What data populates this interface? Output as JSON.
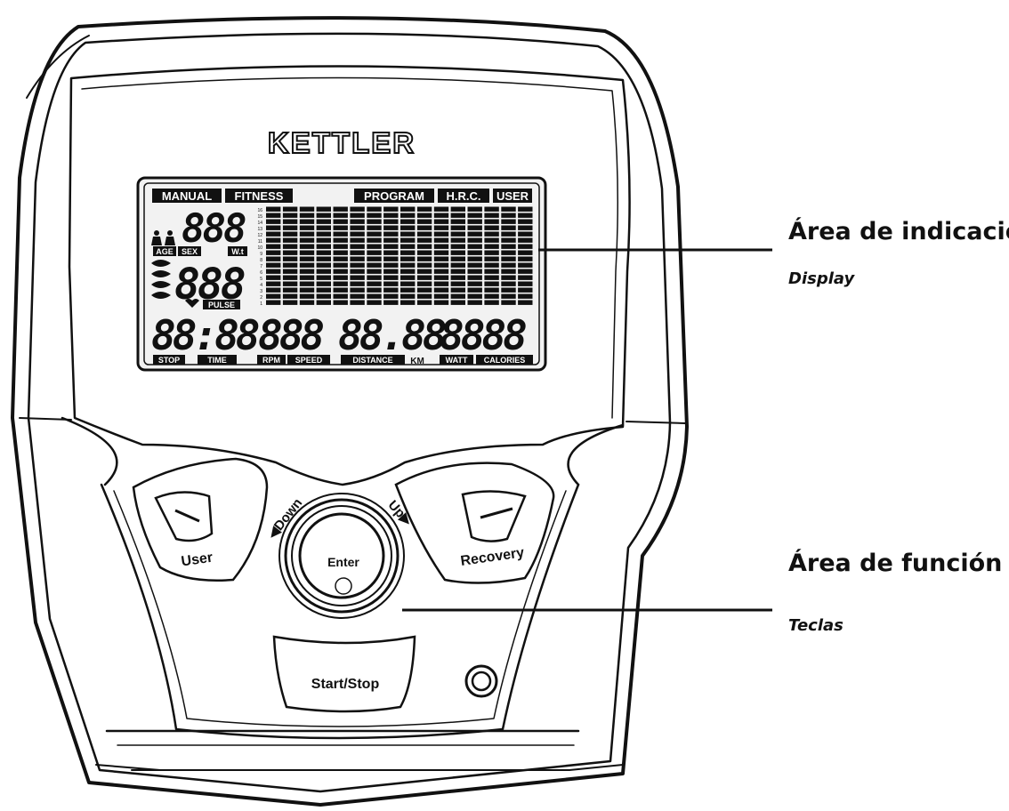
{
  "brand": "KETTLER",
  "display": {
    "mode_labels_left": [
      "MANUAL",
      "FITNESS"
    ],
    "mode_labels_right": [
      "PROGRAM",
      "H.R.C.",
      "USER"
    ],
    "upper_value": "888",
    "user_labels": [
      "AGE",
      "SEX",
      "W.t"
    ],
    "pulse_value": "888",
    "pulse_label": "PULSE",
    "time_value": "88:88",
    "rpm_speed_value": "888",
    "distance_value": "88.88",
    "watt_calories_value": "8888",
    "bottom_labels": {
      "stop": "STOP",
      "time": "TIME",
      "rpm": "RPM",
      "speed": "SPEED",
      "distance": "DISTANCE",
      "km": "KM",
      "watt": "WATT",
      "calories": "CALORIES"
    },
    "bar_scale": [
      "16",
      "15",
      "14",
      "13",
      "12",
      "11",
      "10",
      "9",
      "8",
      "7",
      "6",
      "5",
      "4",
      "3",
      "2",
      "1"
    ],
    "bar_columns": 16,
    "bar_rows": 16
  },
  "keys": {
    "user": "User",
    "recovery": "Recovery",
    "enter": "Enter",
    "down": "◀Down",
    "up": "Up▶",
    "start_stop": "Start/Stop"
  },
  "callouts": {
    "display_title": "Área de indicación",
    "display_sub": "Display",
    "function_title": "Área de función",
    "function_sub": "Teclas"
  }
}
